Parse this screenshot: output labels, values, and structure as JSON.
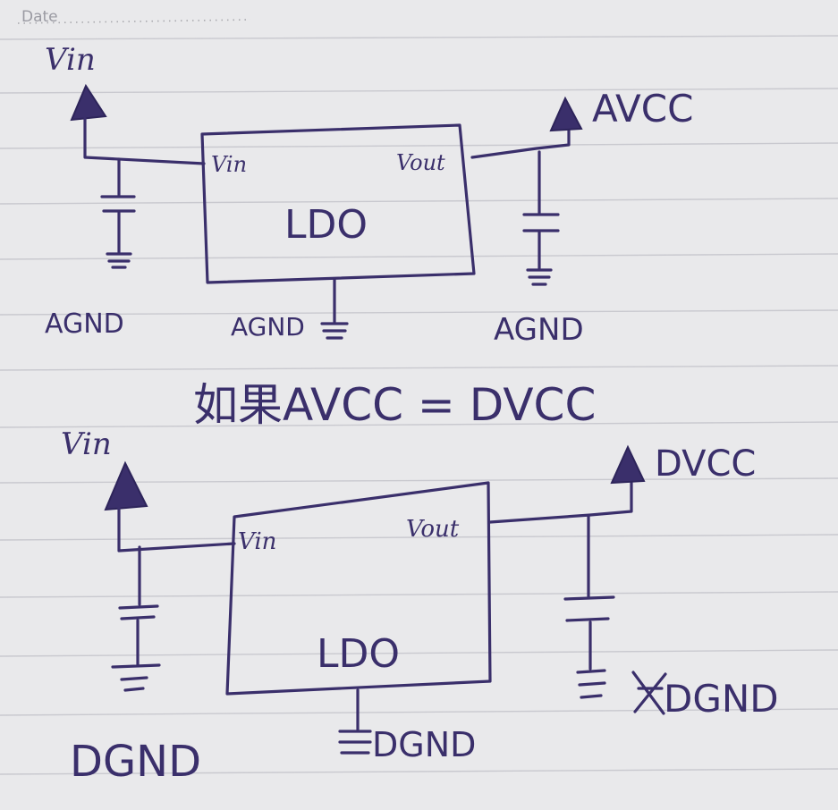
{
  "paper": {
    "header": "Date"
  },
  "circuit_top": {
    "input_label": "Vin",
    "output_label": "AVCC",
    "ldo_pin_in": "Vin",
    "ldo_pin_out": "Vout",
    "ldo_name": "LDO",
    "gnd_left": "AGND",
    "gnd_center": "AGND",
    "gnd_right": "AGND"
  },
  "caption": "如果AVCC = DVCC",
  "circuit_bottom": {
    "input_label": "Vin",
    "output_label": "DVCC",
    "ldo_pin_in": "Vin",
    "ldo_pin_out": "Vout",
    "ldo_name": "LDO",
    "gnd_left": "DGND",
    "gnd_center": "DGND",
    "gnd_right": "DGND"
  },
  "colors": {
    "ink": "#3a2f6b",
    "paper": "#e9e9eb",
    "rule": "#c9c9cf"
  }
}
